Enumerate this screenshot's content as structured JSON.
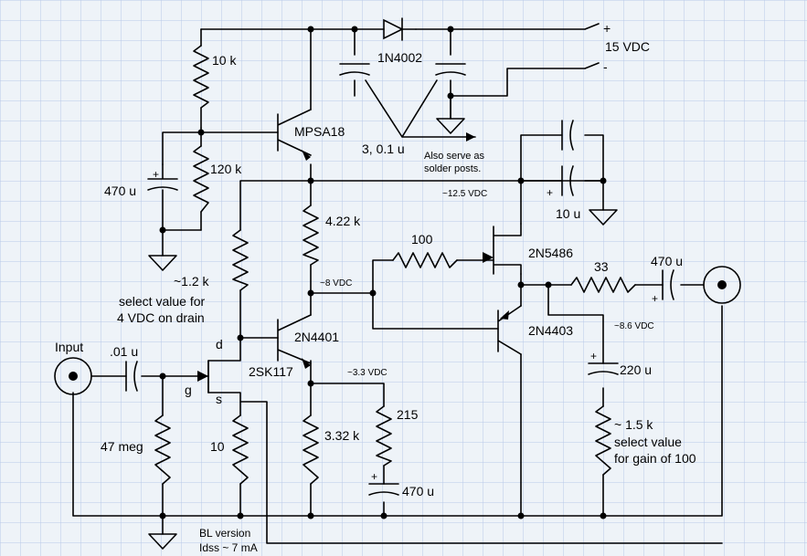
{
  "colors": {
    "background": "#eef3f8",
    "grid": "#b8c8e8",
    "ink": "#000000"
  },
  "supply": {
    "plus": "+",
    "minus": "-",
    "voltage": "15 VDC",
    "diode": "1N4002",
    "caps": "3, 0.1 u",
    "caps_note_line1": "Also serve as",
    "caps_note_line2": "solder posts."
  },
  "r_top": "10 k",
  "r_bias": "120 k",
  "c_bias": "470 u",
  "q_mpsa18": "MPSA18",
  "r_drain_line1": "~1.2 k",
  "r_drain_line2": "select value for",
  "r_drain_line3": "4 VDC on drain",
  "r_collector": "4.22 k",
  "v_12_5": "~12.5 VDC",
  "c_10u": "10 u",
  "v_8": "~8 VDC",
  "r_100": "100",
  "q_2n5486": "2N5486",
  "r_33": "33",
  "c_out": "470 u",
  "q_2n4403": "2N4403",
  "v_8_6": "~8.6 VDC",
  "q_2n4401": "2N4401",
  "input": "Input",
  "c_in": ".01 u",
  "jfet": "2SK117",
  "pin_d": "d",
  "pin_g": "g",
  "pin_s": "s",
  "v_3_3": "~3.3 VDC",
  "r_215": "215",
  "r_3_32": "3.32 k",
  "c_470_lower": "470 u",
  "r_47meg": "47 meg",
  "r_10": "10",
  "jfet_note_line1": "BL version",
  "jfet_note_line2": "Idss ~ 7 mA",
  "c_220": "220 u",
  "r_gain_line1": "~ 1.5 k",
  "r_gain_line2": "select value",
  "r_gain_line3": "for gain of 100"
}
